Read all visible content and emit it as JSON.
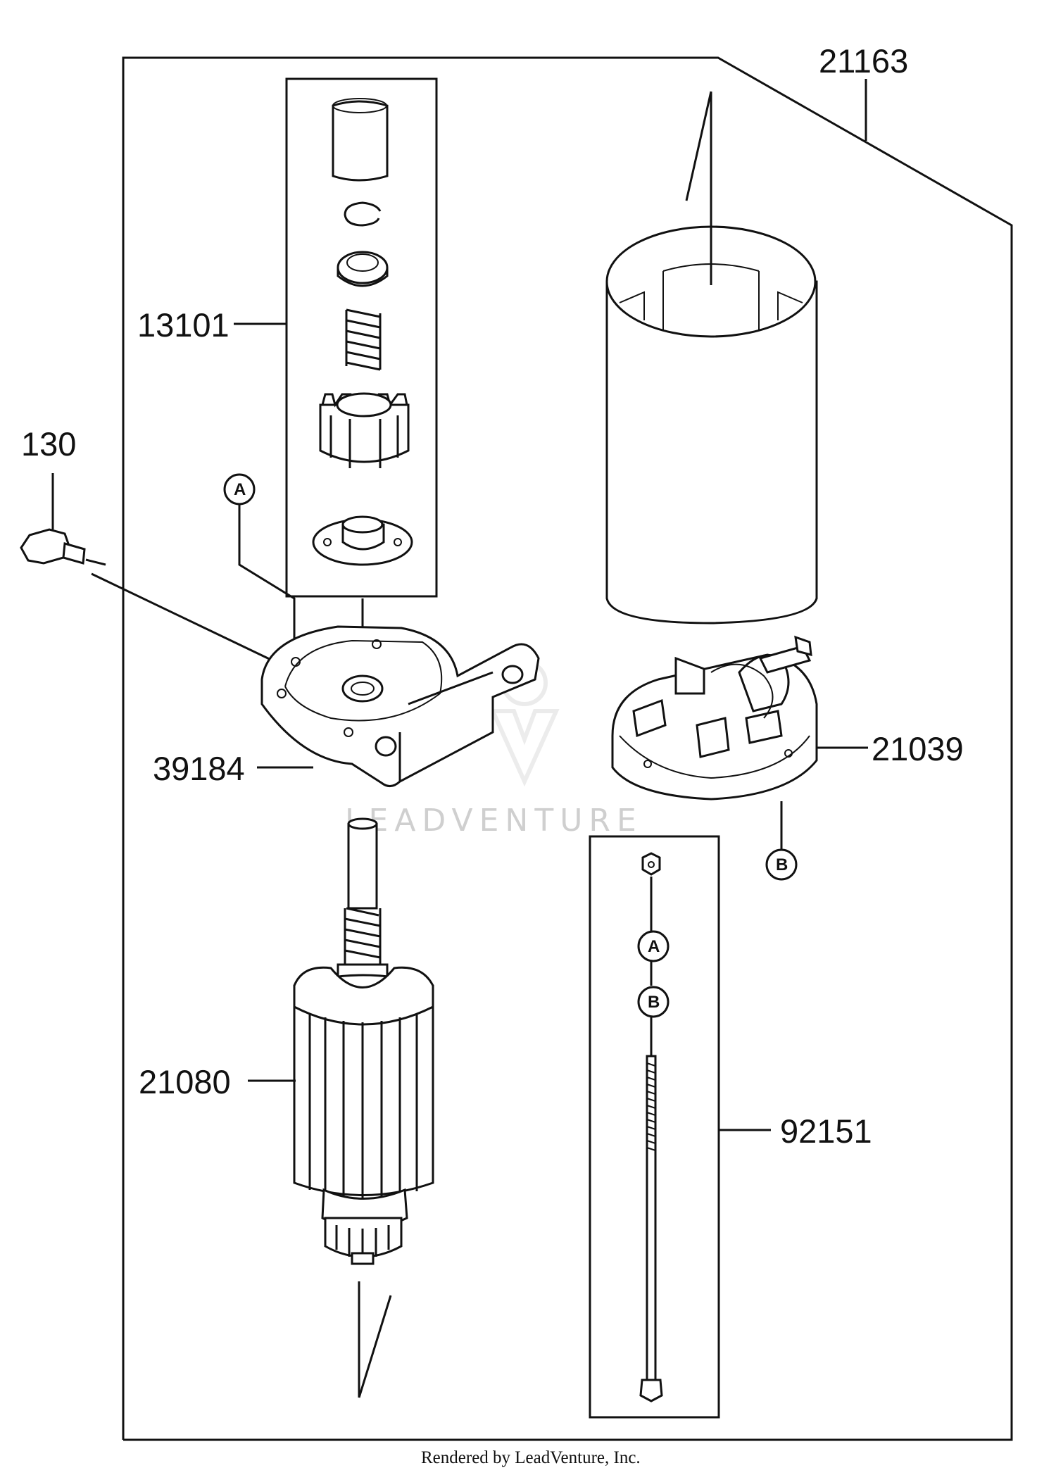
{
  "diagram": {
    "part_labels": {
      "p21163": "21163",
      "p13101": "13101",
      "p130": "130",
      "p39184": "39184",
      "p21039": "21039",
      "p21080": "21080",
      "p92151": "92151"
    },
    "callouts": {
      "a_top": "A",
      "b_brush": "B",
      "a_bolt": "A",
      "b_bolt": "B"
    },
    "watermark": "LEADVENTURE",
    "footer": "Rendered by LeadVenture, Inc."
  }
}
